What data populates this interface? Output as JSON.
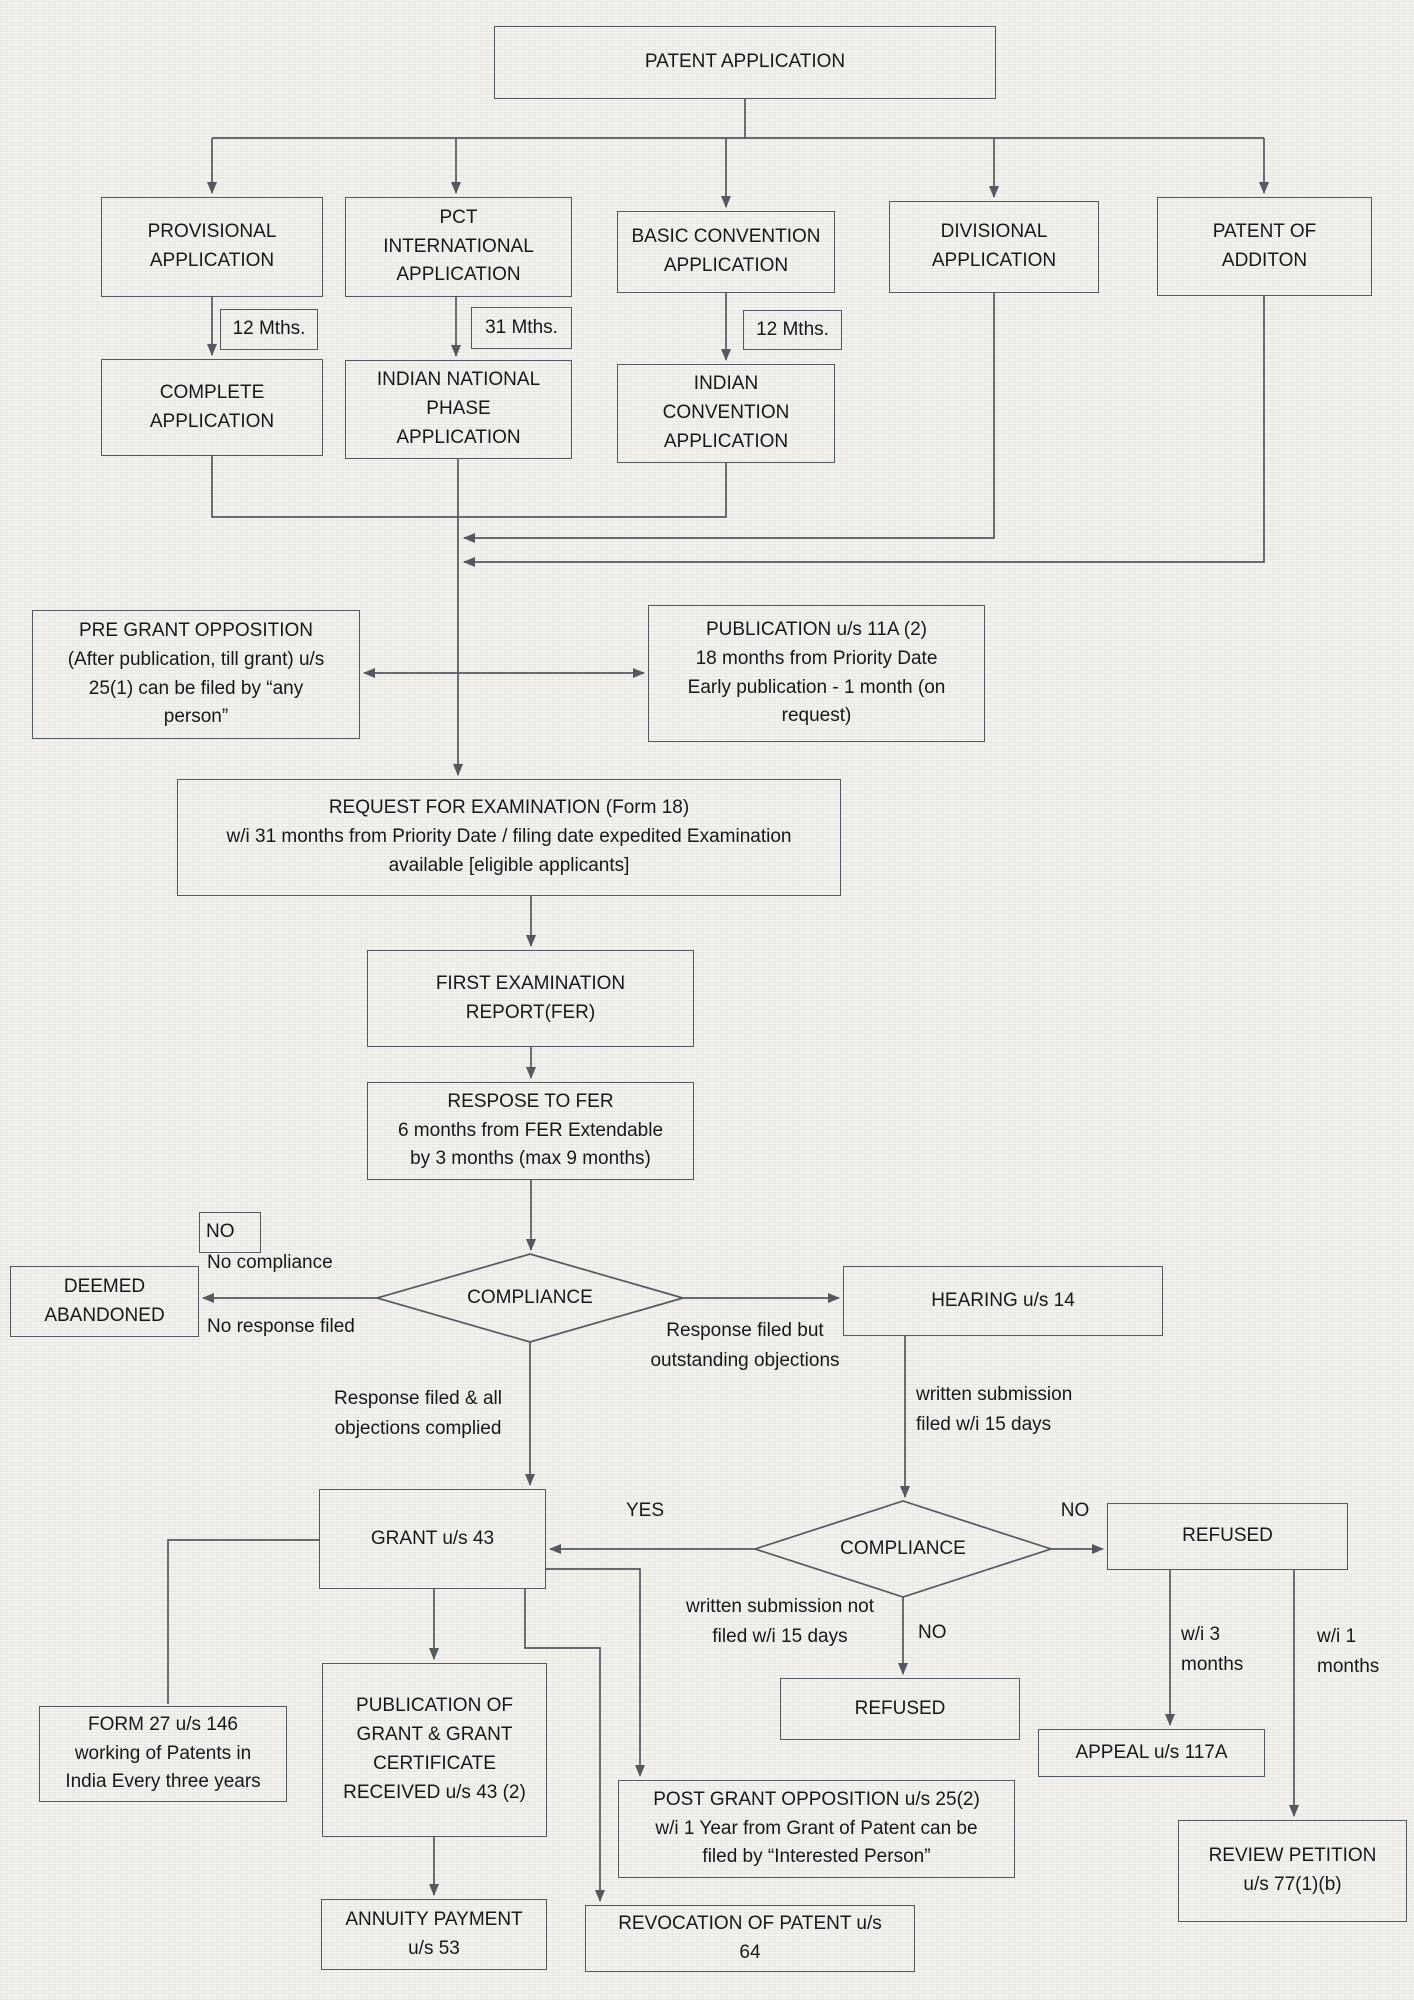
{
  "diagram": {
    "title": "Patent application process flowchart",
    "nodes": {
      "patent_application": "PATENT APPLICATION",
      "provisional": "PROVISIONAL\nAPPLICATION",
      "pct_international": "PCT\nINTERNATIONAL\nAPPLICATION",
      "basic_convention": "BASIC CONVENTION\nAPPLICATION",
      "divisional": "DIVISIONAL\nAPPLICATION",
      "patent_of_addition": "PATENT OF\nADDITON",
      "complete": "COMPLETE\nAPPLICATION",
      "indian_national_phase": "INDIAN NATIONAL\nPHASE\nAPPLICATION",
      "indian_convention": "INDIAN\nCONVENTION\nAPPLICATION",
      "pre_grant_opposition": "PRE GRANT OPPOSITION\n(After publication, till grant) u/s\n25(1) can be filed by “any\nperson”",
      "publication": "PUBLICATION u/s 11A (2)\n18 months from Priority Date\nEarly publication - 1 month (on\nrequest)",
      "request_examination": "REQUEST FOR EXAMINATION (Form 18)\nw/i 31 months from Priority Date / filing date expedited Examination\navailable [eligible applicants]",
      "fer": "FIRST EXAMINATION\nREPORT(FER)",
      "response_fer": "RESPOSE TO FER\n6 months from FER Extendable\nby 3 months (max 9 months)",
      "no_box": "NO",
      "deemed_abandoned": "DEEMED\nABANDONED",
      "compliance1": "COMPLIANCE",
      "hearing": "HEARING u/s 14",
      "grant": "GRANT u/s 43",
      "compliance2": "COMPLIANCE",
      "refused_right": "REFUSED",
      "refused_mid": "REFUSED",
      "appeal": "APPEAL u/s 117A",
      "review_petition": "REVIEW PETITION\nu/s 77(1)(b)",
      "form27": "FORM 27 u/s 146\nworking of Patents in\nIndia Every three years",
      "publication_grant": "PUBLICATION OF\nGRANT & GRANT\nCERTIFICATE\nRECEIVED u/s 43 (2)",
      "annuity": "ANNUITY PAYMENT\nu/s 53",
      "post_grant_opposition": "POST  GRANT OPPOSITION u/s 25(2)\nw/i 1 Year from Grant of Patent can be\nfiled by “Interested Person”",
      "revocation": "REVOCATION OF PATENT u/s\n64"
    },
    "edge_labels": {
      "mths12_a": "12 Mths.",
      "mths31": "31 Mths.",
      "mths12_b": "12 Mths.",
      "no_compliance": "No compliance",
      "no_response": "No response filed",
      "response_outstanding": "Response filed but\noutstanding objections",
      "response_complied": "Response filed & all\nobjections complied",
      "written_submission_filed": "written submission\nfiled w/i 15 days",
      "yes": "YES",
      "no_right": "NO",
      "no_down": "NO",
      "written_submission_not_filed": "written submission not\nfiled w/i 15 days",
      "wi_3_months": "w/i 3\nmonths",
      "wi_1_months": "w/i 1\nmonths"
    },
    "colors": {
      "line": "#55585e",
      "text": "#17181a",
      "background": "#f3f2ee"
    }
  }
}
